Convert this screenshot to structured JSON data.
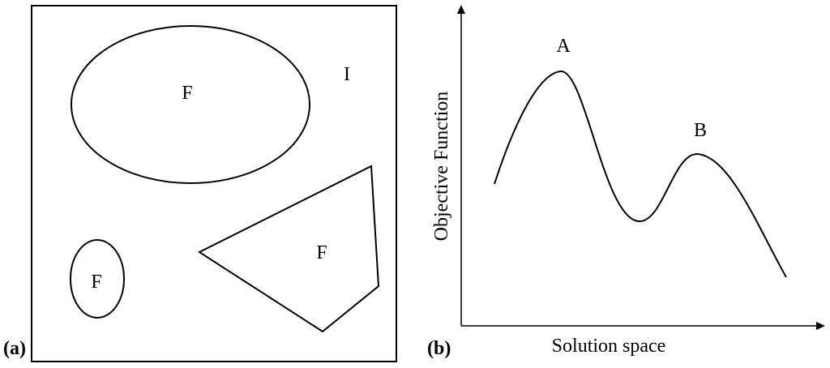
{
  "panel_a": {
    "label": "(a)",
    "infeasible_label": "I",
    "feasible_label": "F"
  },
  "panel_b": {
    "label": "(b)",
    "y_axis_title": "Objective Function",
    "x_axis_title": "Solution space",
    "peak_a_label": "A",
    "peak_b_label": "B"
  },
  "colors": {
    "stroke": "#000000",
    "background": "#ffffff"
  }
}
